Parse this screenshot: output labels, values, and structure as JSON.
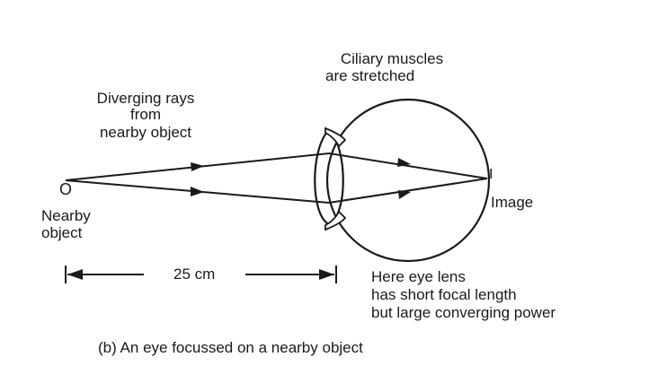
{
  "diagram": {
    "ciliary_label_line1": "Ciliary muscles",
    "ciliary_label_line2": "are stretched",
    "rays_label_line1": "Diverging rays",
    "rays_label_line2": "from",
    "rays_label_line3": "nearby object",
    "object_marker": "O",
    "object_label_line1": "Nearby",
    "object_label_line2": "object",
    "image_marker": "I",
    "image_label": "Image",
    "distance_label": "25 cm",
    "lens_note_line1": "Here eye lens",
    "lens_note_line2": "has short focal length",
    "lens_note_line3": "but large converging power",
    "caption": "(b) An eye focussed on a nearby object",
    "line_color": "#1a1a1a"
  }
}
